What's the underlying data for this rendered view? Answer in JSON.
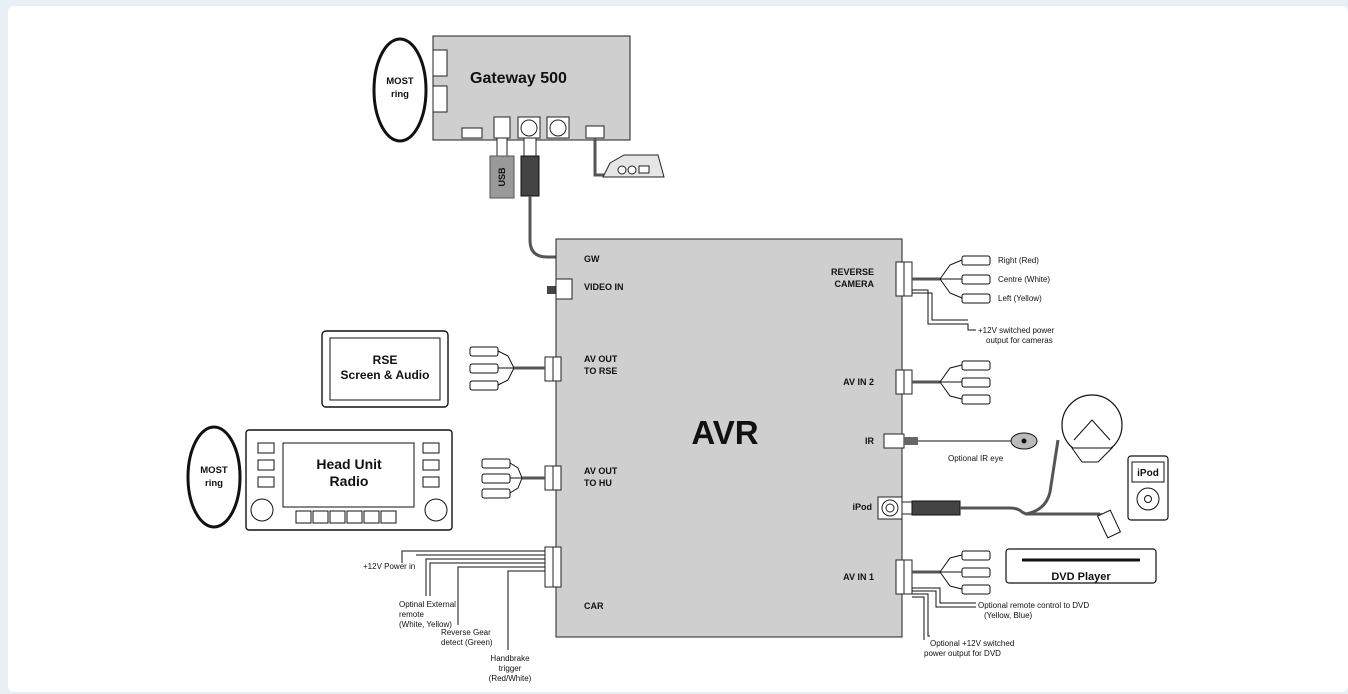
{
  "gateway": {
    "label": "Gateway 500",
    "most_ring": [
      "MOST",
      "ring"
    ],
    "usb_label": "USB"
  },
  "avr": {
    "label": "AVR",
    "left_ports": {
      "gw": "GW",
      "video_in": "VIDEO IN",
      "av_out_rse": [
        "AV OUT",
        "TO RSE"
      ],
      "av_out_hu": [
        "AV OUT",
        "TO HU"
      ],
      "car": "CAR"
    },
    "right_ports": {
      "reverse_camera": [
        "REVERSE",
        "CAMERA"
      ],
      "av_in2": "AV IN 2",
      "ir": "IR",
      "ipod": "iPod",
      "av_in1": "AV IN 1"
    }
  },
  "rse": {
    "lines": [
      "RSE",
      "Screen & Audio"
    ]
  },
  "head_unit": {
    "lines": [
      "Head Unit",
      "Radio"
    ],
    "most_ring": [
      "MOST",
      "ring"
    ]
  },
  "notes": {
    "right_red": "Right (Red)",
    "centre_white": "Centre (White)",
    "left_yellow": "Left (Yellow)",
    "cam_power": [
      "+12V switched power",
      "output for cameras"
    ],
    "ir_eye": "Optional IR eye",
    "power_in": "+12V Power in",
    "ext_remote": [
      "Optinal External",
      "remote",
      "(White, Yellow)"
    ],
    "reverse_gear": [
      "Reverse Gear",
      "detect (Green)"
    ],
    "handbrake": [
      "Handbrake",
      "trigger",
      "(Red/White)"
    ],
    "dvd_remote": [
      "Optional remote control to DVD",
      "(Yellow, Blue)"
    ],
    "dvd_power": [
      "Optional +12V switched",
      "power output for DVD"
    ]
  },
  "ipod": {
    "label": "iPod"
  },
  "dvd": {
    "label": "DVD Player"
  }
}
